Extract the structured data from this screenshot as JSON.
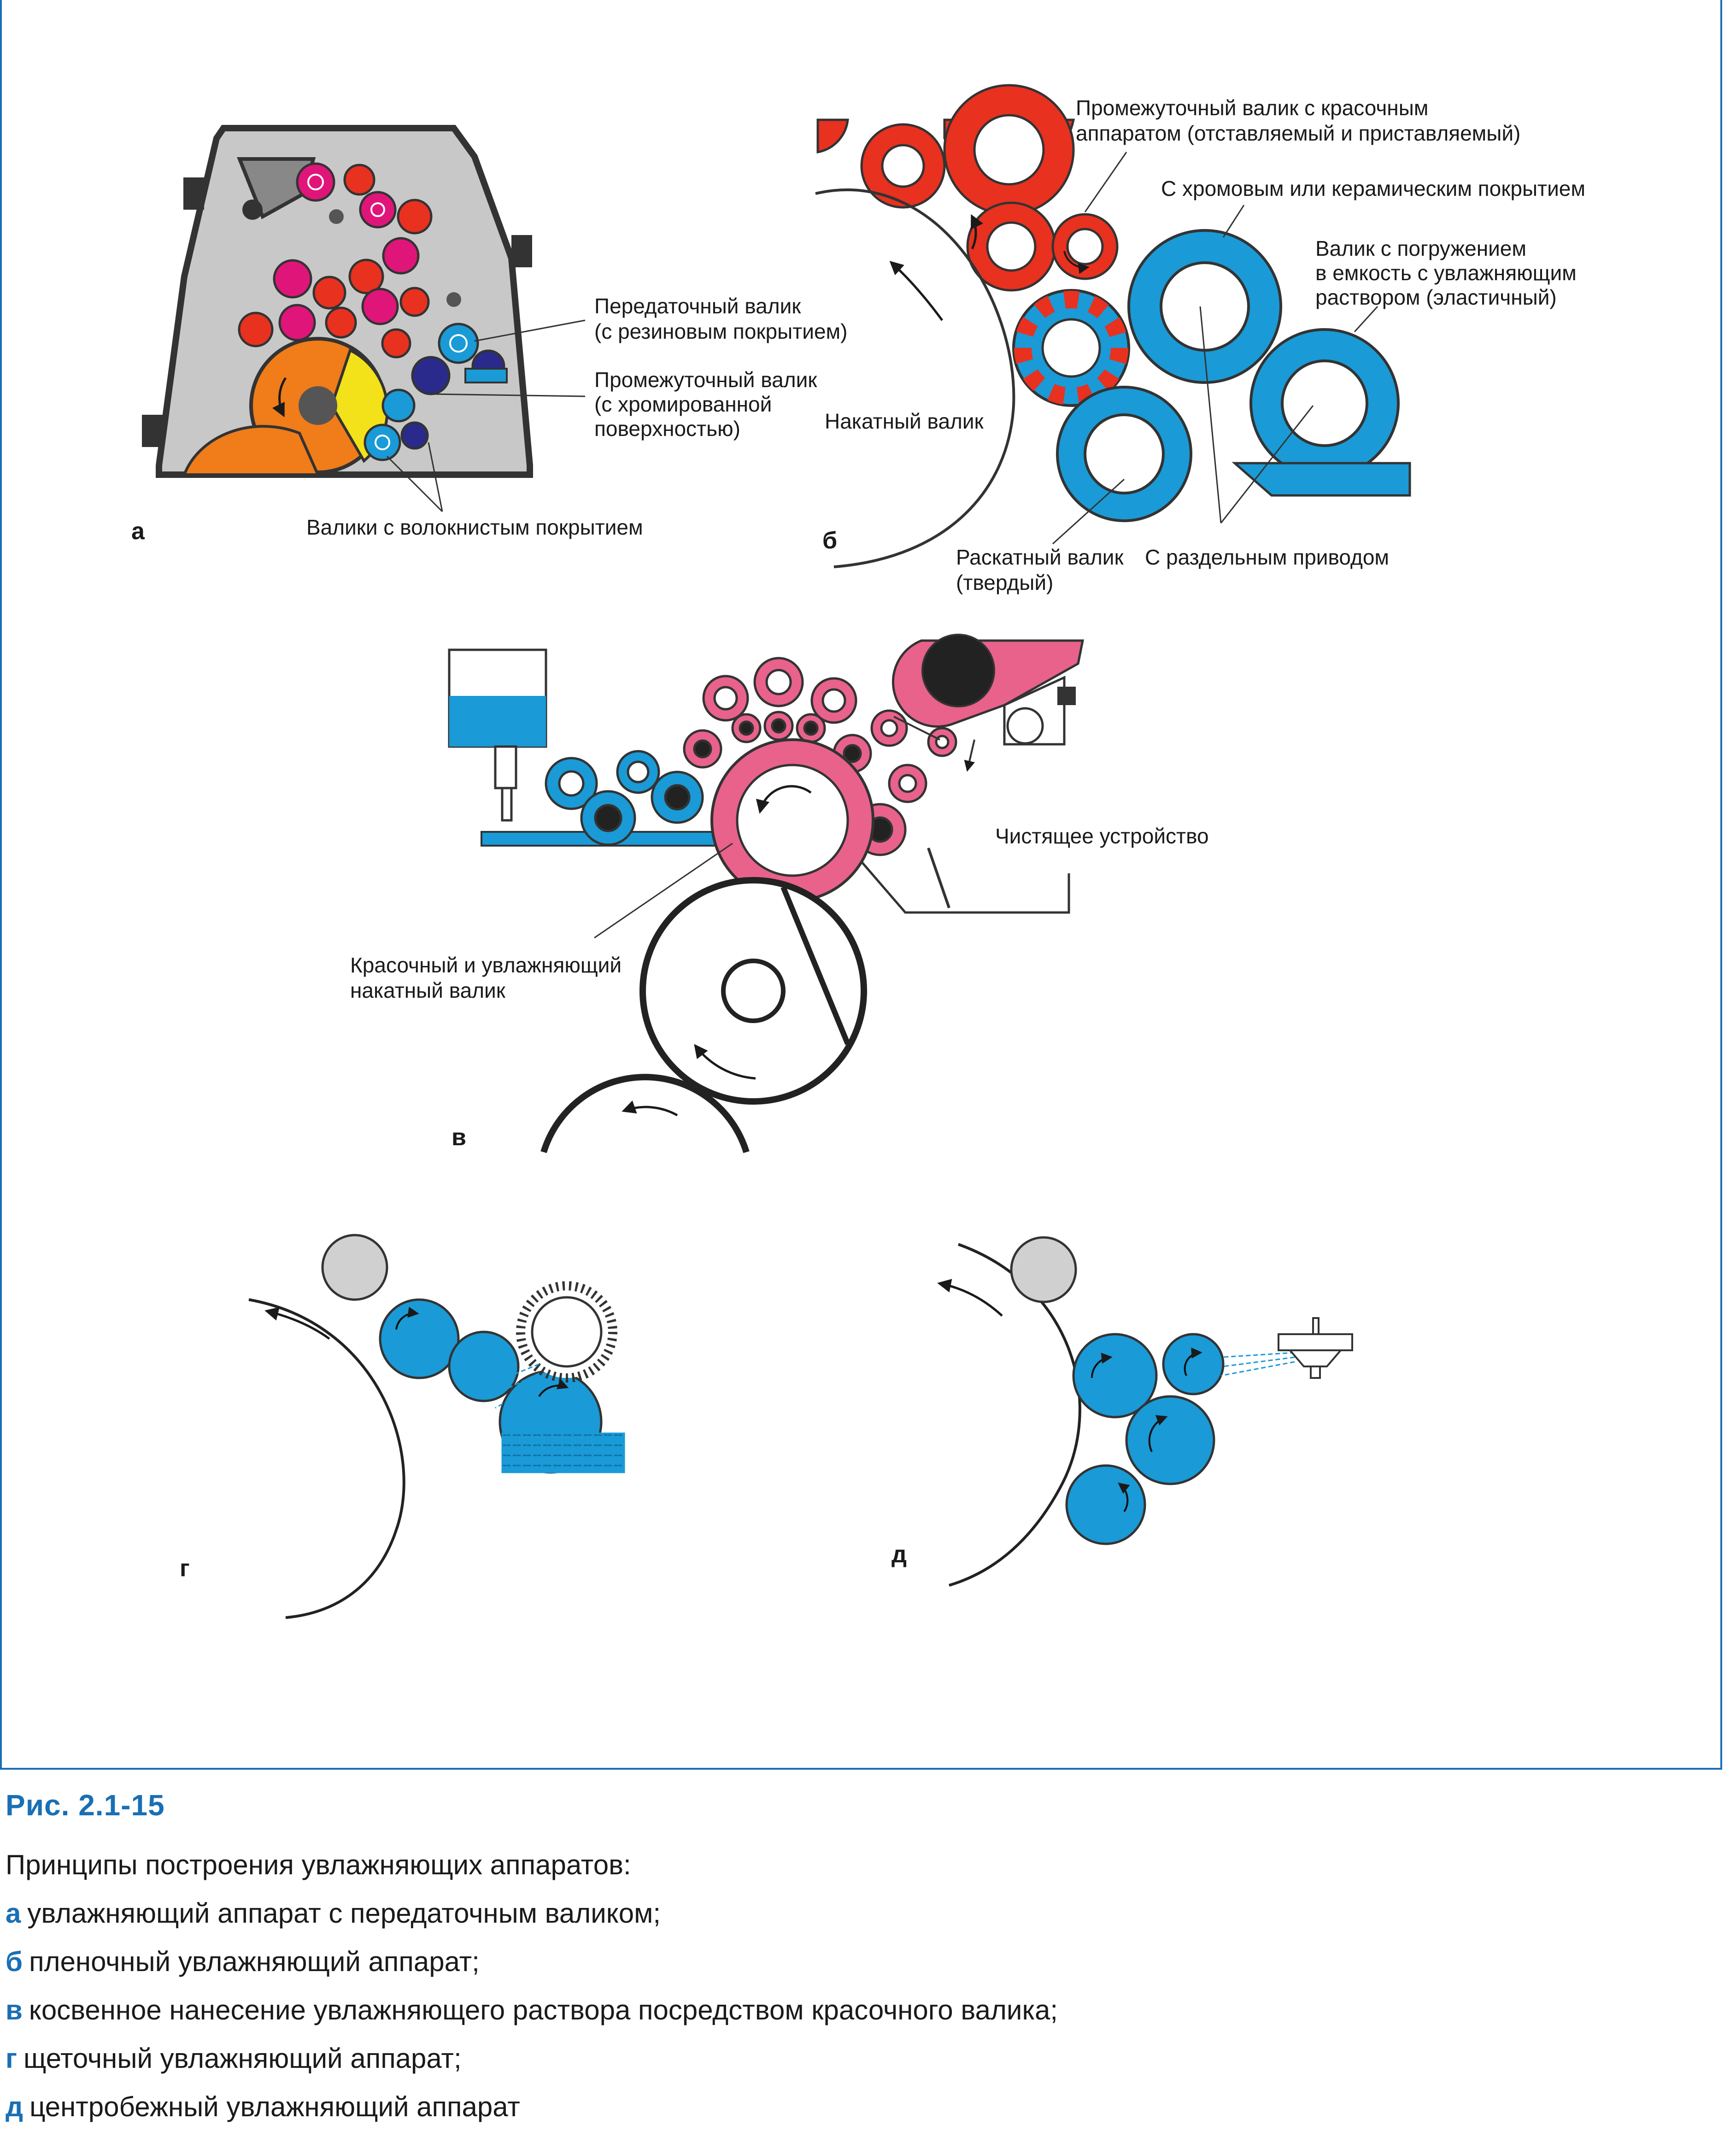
{
  "colors": {
    "accent": "#1a6fb5",
    "ink_red": "#e8311f",
    "ink_magenta": "#e0157a",
    "water_blue": "#1a9ad6",
    "navy": "#2a2a8c",
    "orange": "#f07c1a",
    "yellow": "#f3e11a",
    "machine_gray": "#c8c8c8",
    "pink": "#e8628c"
  },
  "panel_a": {
    "letter": "а",
    "label_transfer_1": "Передаточный валик",
    "label_transfer_2": "(с резиновым покрытием)",
    "label_intermediate_1": "Промежуточный валик",
    "label_intermediate_2": "(с хромированной",
    "label_intermediate_3": "поверхностью)",
    "label_fibrous": "Валики с волокнистым покрытием"
  },
  "panel_b": {
    "letter": "б",
    "label_inter_ink_1": "Промежуточный валик с красочным",
    "label_inter_ink_2": "аппаратом (отставляемый и приставляемый)",
    "label_chrome": "С хромовым или керамическим покрытием",
    "label_immersion_1": "Валик с погружением",
    "label_immersion_2": "в емкость с увлажняющим",
    "label_immersion_3": "раствором (эластичный)",
    "label_form": "Накатный валик",
    "label_distrib_1": "Раскатный валик",
    "label_distrib_2": "(твердый)",
    "label_separate": "С раздельным приводом"
  },
  "panel_v": {
    "letter": "в",
    "label_cleaning": "Чистящее устройство",
    "label_combined_1": "Красочный и увлажняющий",
    "label_combined_2": "накатный валик"
  },
  "panel_g": {
    "letter": "г"
  },
  "panel_d": {
    "letter": "д"
  },
  "caption": {
    "figure_number": "Рис. 2.1-15",
    "intro": "Принципы построения увлажняющих аппаратов:",
    "items": [
      {
        "letter": "а",
        "text": "увлажняющий аппарат с передаточным валиком;"
      },
      {
        "letter": "б",
        "text": "пленочный увлажняющий аппарат;"
      },
      {
        "letter": "в",
        "text": "косвенное нанесение увлажняющего раствора посредством красочного валика;"
      },
      {
        "letter": "г",
        "text": "щеточный увлажняющий аппарат;"
      },
      {
        "letter": "д",
        "text": "центробежный увлажняющий аппарат"
      }
    ]
  }
}
